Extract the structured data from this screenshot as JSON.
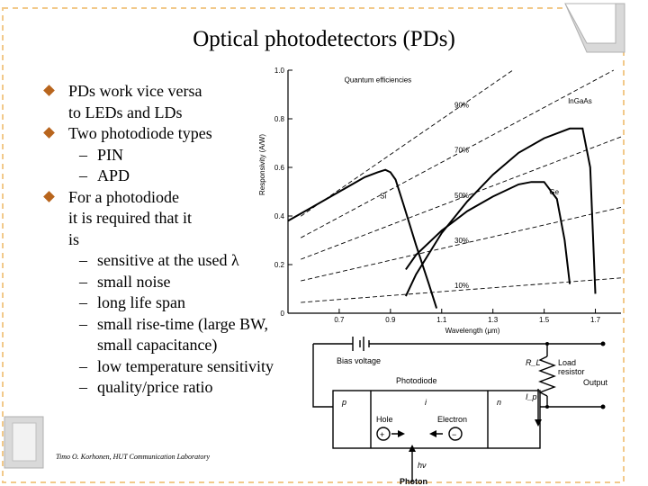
{
  "slide": {
    "title": "Optical photodetectors (PDs)",
    "footer": "Timo O. Korhonen, HUT Communication Laboratory",
    "accent_color": "#b8651d",
    "frame_color": "#f2c98a"
  },
  "bullets": [
    {
      "lines": [
        "PDs work vice versa",
        "to LEDs and LDs"
      ]
    },
    {
      "lines": [
        "Two photodiode types"
      ],
      "sub": [
        [
          "PIN"
        ],
        [
          "APD"
        ]
      ]
    },
    {
      "lines": [
        "For a photodiode",
        "it is required that it",
        "is"
      ],
      "sub": [
        [
          "sensitive at the used λ"
        ],
        [
          "small noise"
        ],
        [
          "long life span"
        ],
        [
          "small rise-time (large BW,",
          "small capacitance)"
        ],
        [
          "low temperature  sensitivity"
        ],
        [
          "quality/price ratio"
        ]
      ]
    }
  ],
  "chart_data": {
    "type": "line",
    "xlabel": "Wavelength (μm)",
    "ylabel": "Responsivity (A/W)",
    "xlim": [
      0.5,
      1.8
    ],
    "ylim": [
      0,
      1.0
    ],
    "x_ticks": [
      "0.7",
      "0.9",
      "1.1",
      "1.3",
      "1.5",
      "1.7"
    ],
    "y_ticks": [
      "0",
      "0.2",
      "0.4",
      "0.6",
      "0.8",
      "1.0"
    ],
    "annotation_qe": "Quantum efficiencies",
    "efficiency_lines": [
      {
        "name": "90%",
        "eta": 0.9
      },
      {
        "name": "70%",
        "eta": 0.7
      },
      {
        "name": "50%",
        "eta": 0.5
      },
      {
        "name": "30%",
        "eta": 0.3
      },
      {
        "name": "10%",
        "eta": 0.1
      }
    ],
    "series": [
      {
        "name": "Si",
        "x": [
          0.5,
          0.6,
          0.7,
          0.8,
          0.85,
          0.88,
          0.9,
          0.92,
          0.95,
          1.0,
          1.05,
          1.08
        ],
        "y": [
          0.38,
          0.44,
          0.5,
          0.56,
          0.58,
          0.59,
          0.58,
          0.55,
          0.45,
          0.28,
          0.12,
          0.02
        ]
      },
      {
        "name": "Ge",
        "x": [
          0.96,
          1.0,
          1.1,
          1.2,
          1.3,
          1.4,
          1.45,
          1.5,
          1.55,
          1.58,
          1.6
        ],
        "y": [
          0.18,
          0.24,
          0.34,
          0.42,
          0.48,
          0.53,
          0.54,
          0.54,
          0.47,
          0.3,
          0.12
        ]
      },
      {
        "name": "InGaAs",
        "x": [
          0.96,
          1.0,
          1.1,
          1.2,
          1.3,
          1.4,
          1.5,
          1.6,
          1.65,
          1.68,
          1.7
        ],
        "y": [
          0.07,
          0.16,
          0.33,
          0.46,
          0.57,
          0.66,
          0.72,
          0.76,
          0.76,
          0.6,
          0.08
        ]
      }
    ]
  },
  "circuit": {
    "bias_voltage": "Bias voltage",
    "photodiode": "Photodiode",
    "rl": "R_L",
    "load_resistor": [
      "Load",
      "resistor"
    ],
    "output": "Output",
    "ip": "I_p",
    "p": "p",
    "i": "i",
    "n": "n",
    "hole": "Hole",
    "electron": "Electron",
    "plus": "+",
    "minus": "−",
    "hv": "hν",
    "photon": "Photon"
  }
}
